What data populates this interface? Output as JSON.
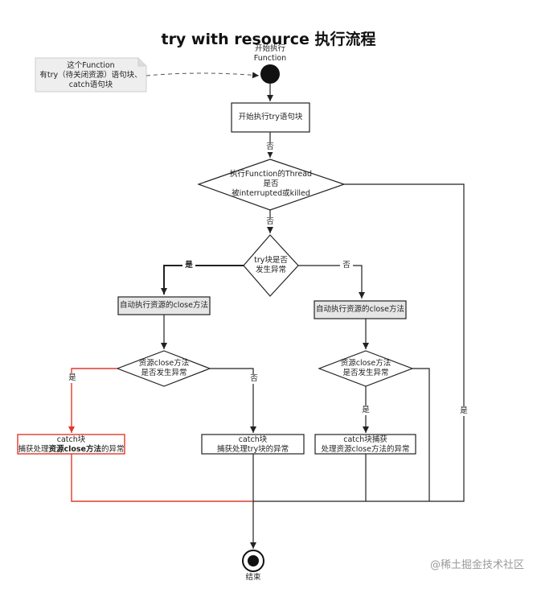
{
  "title": "try with resource 执行流程",
  "note": {
    "line1": "这个Function",
    "line2": "有try（待关闭资源）语句块、",
    "line3": "catch语句块"
  },
  "start": {
    "line1": "开始执行",
    "line2": "Function"
  },
  "box_try": "开始执行try语句块",
  "edge_no_1": "否",
  "diamond_thread": {
    "line1": "执行Function的Thread",
    "line2": "是否",
    "line3": "被interrupted或killed"
  },
  "edge_no_2": "否",
  "diamond_try": {
    "line1": "try块是否",
    "line2": "发生异常"
  },
  "edge_yes_left": "是",
  "edge_no_right": "否",
  "box_auto_left": "自动执行资源的close方法",
  "box_auto_right": "自动执行资源的close方法",
  "diamond_close_left": {
    "line1": "资源close方法",
    "line2": "是否发生异常"
  },
  "diamond_close_right": {
    "line1": "资源close方法",
    "line2": "是否发生异常"
  },
  "edge_yes_close_left": "是",
  "edge_no_close_left": "否",
  "edge_yes_close_right": "是",
  "edge_yes_thread": "是",
  "box_catch_a": {
    "line1": "catch块",
    "line2_pre": "捕获处理",
    "line2_bold": "资源close方法",
    "line2_post": "的异常"
  },
  "box_catch_b": {
    "line1": "catch块",
    "line2": "捕获处理try块的异常"
  },
  "box_catch_c": {
    "line1": "catch块捕获",
    "line2": "处理资源close方法的异常"
  },
  "end": "结束",
  "watermark": "@稀土掘金技术社区",
  "colors": {
    "line": "#222222",
    "highlight": "#e0392b",
    "shaded": "#e6e6e6",
    "note_fill": "#eeeeee"
  }
}
